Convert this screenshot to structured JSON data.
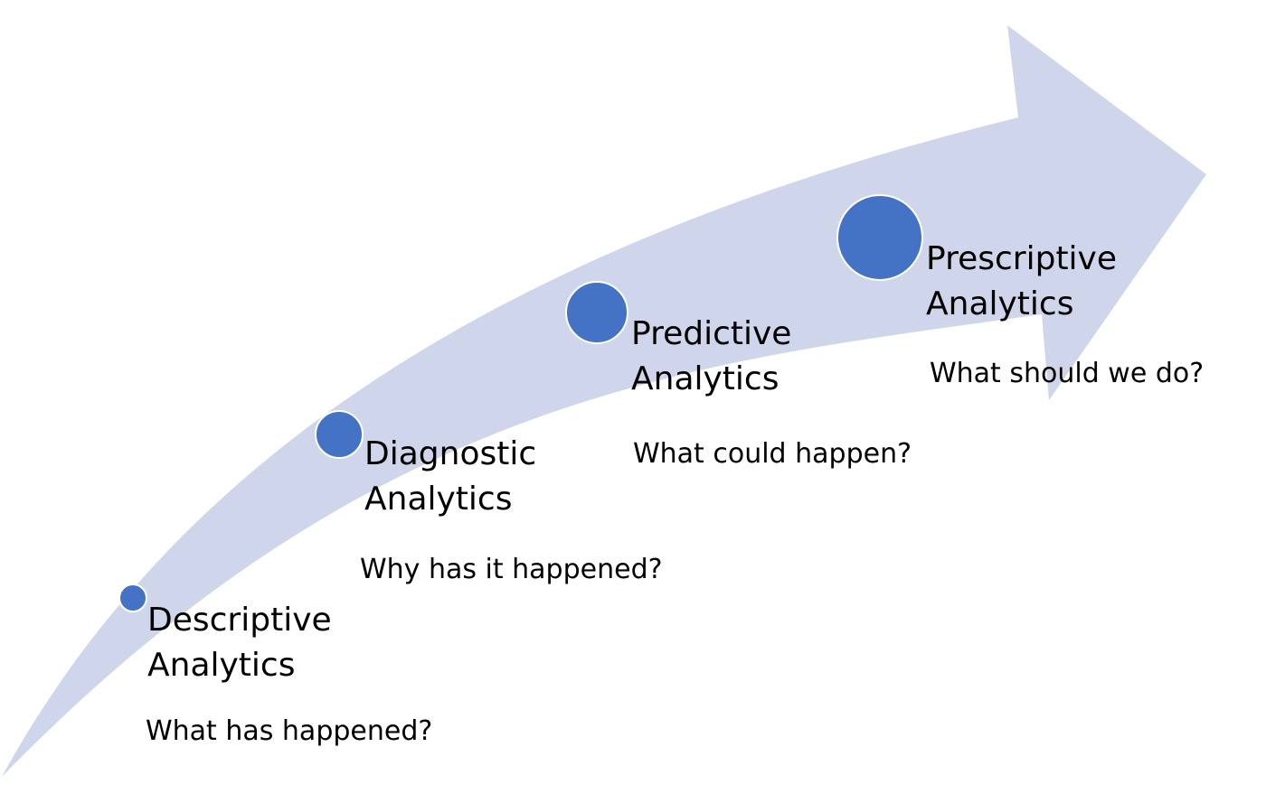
{
  "colors": {
    "arrow": "#cfd5eb",
    "dot": "#4472c4",
    "dot_outline": "#ffffff"
  },
  "stages": [
    {
      "title_line1": "Descriptive",
      "title_line2": "Analytics",
      "question": "What has happened?"
    },
    {
      "title_line1": "Diagnostic",
      "title_line2": "Analytics",
      "question": "Why has it happened?"
    },
    {
      "title_line1": "Predictive",
      "title_line2": "Analytics",
      "question": "What could happen?"
    },
    {
      "title_line1": "Prescriptive",
      "title_line2": "Analytics",
      "question": "What should we do?"
    }
  ]
}
